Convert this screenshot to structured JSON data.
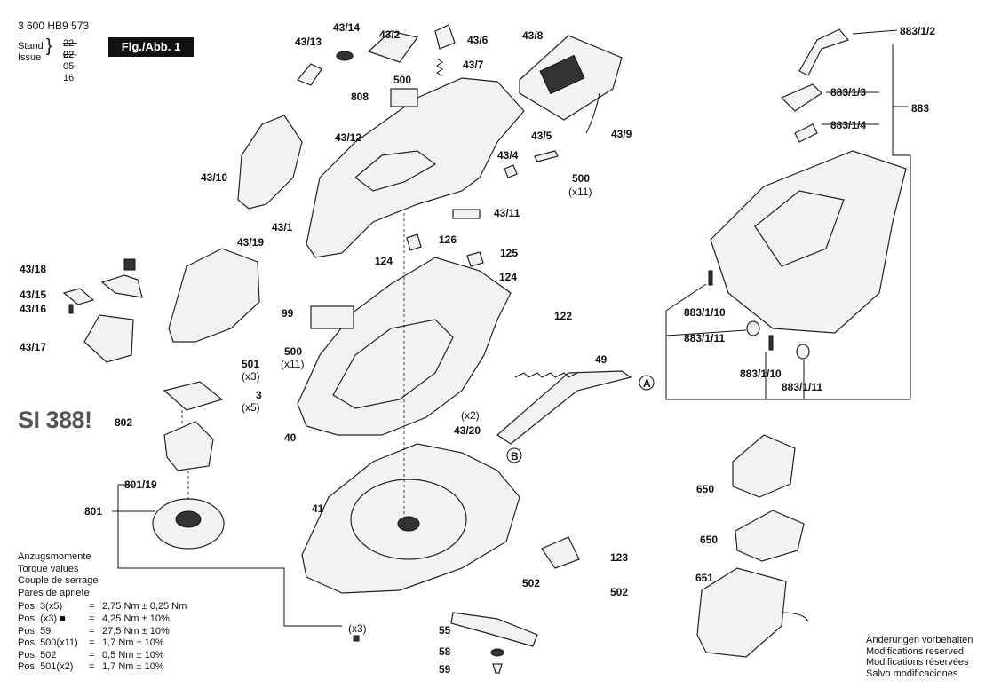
{
  "header": {
    "doc_number": "3 600 HB9 573",
    "stand_label": "Stand",
    "stand_value": "22-02",
    "issue_label": "Issue",
    "issue_value": "22-05-16",
    "figure_label": "Fig./Abb. 1"
  },
  "si_note": "SI 388!",
  "labels": {
    "p43_14": "43/14",
    "p43_13": "43/13",
    "p43_2": "43/2",
    "p43_6": "43/6",
    "p43_7": "43/7",
    "p43_8": "43/8",
    "p500a": "500",
    "p808": "808",
    "p43_12": "43/12",
    "p43_5": "43/5",
    "p43_4": "43/4",
    "p43_9": "43/9",
    "p43_10": "43/10",
    "p500b": "500",
    "p500b_qty": "(x11)",
    "p43_11": "43/11",
    "p43_1": "43/1",
    "p126": "126",
    "p125": "125",
    "p124a": "124",
    "p124b": "124",
    "p43_19": "43/19",
    "p43_18": "43/18",
    "p43_15": "43/15",
    "p43_16": "43/16",
    "p43_17": "43/17",
    "p99": "99",
    "p500c": "500",
    "p500c_qty": "(x11)",
    "p122": "122",
    "p49": "49",
    "p501": "501",
    "p501_qty": "(x3)",
    "p3": "3",
    "p3_qty": "(x5)",
    "p802": "802",
    "p40": "40",
    "p43_20": "43/20",
    "p43_20_qty": "(x2)",
    "p801_19": "801/19",
    "p801": "801",
    "p41": "41",
    "p123": "123",
    "p502a": "502",
    "p502b": "502",
    "px3": "(x3)",
    "p55": "55",
    "p58": "58",
    "p59": "59",
    "p883_1_2": "883/1/2",
    "p883_1_3": "883/1/3",
    "p883_1_4": "883/1/4",
    "p883": "883",
    "p883_1_10a": "883/1/10",
    "p883_1_11a": "883/1/11",
    "p883_1_10b": "883/1/10",
    "p883_1_11b": "883/1/11",
    "p650a": "650",
    "p650b": "650",
    "p651": "651",
    "callout_a": "A",
    "callout_b": "B"
  },
  "torque": {
    "titles": [
      "Anzugsmomente",
      "Torque values",
      "Couple de serrage",
      "Pares de apriete"
    ],
    "rows": [
      {
        "pos": "Pos.    3(x5)",
        "eq": "=",
        "val": "2,75 Nm  ± 0,25 Nm"
      },
      {
        "pos": "Pos.       (x3) ■",
        "eq": "=",
        "val": "4,25 Nm  ± 10%"
      },
      {
        "pos": "Pos.  59",
        "eq": "=",
        "val": "27,5  Nm  ± 10%"
      },
      {
        "pos": "Pos. 500(x11)",
        "eq": "=",
        "val": "1,7   Nm  ± 10%"
      },
      {
        "pos": "Pos. 502",
        "eq": "=",
        "val": "0,5   Nm  ± 10%"
      },
      {
        "pos": "Pos. 501(x2)",
        "eq": "=",
        "val": "1,7   Nm  ± 10%"
      }
    ]
  },
  "notes": [
    "Änderungen vorbehalten",
    "Modifications reserved",
    "Modifications réservées",
    "Salvo modificaciones"
  ]
}
